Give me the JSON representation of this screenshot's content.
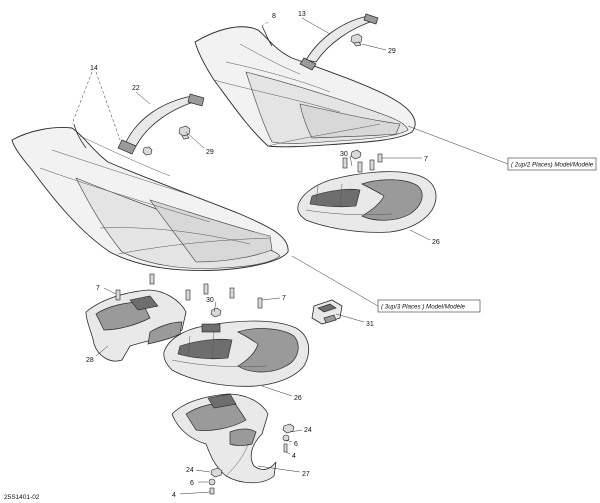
{
  "callouts": {
    "c8": "8",
    "c13": "13",
    "c29a": "29",
    "c14": "14",
    "c22": "22",
    "c29b": "29",
    "c30a": "30",
    "c7a": "7",
    "c26a": "26",
    "c7b": "7",
    "c30b": "30",
    "c7c": "7",
    "c31": "31",
    "c28": "28",
    "c26b": "26",
    "c24a": "24",
    "c6a": "6",
    "c4a": "4",
    "c27": "27",
    "c24b": "24",
    "c6b": "6",
    "c4b": "4"
  },
  "notes": {
    "two_up": "( 2up/2 Places) Model/Modèle",
    "three_up": "( 3up/3 Places ) Model/Modèle"
  },
  "reference": "25S1401-02"
}
